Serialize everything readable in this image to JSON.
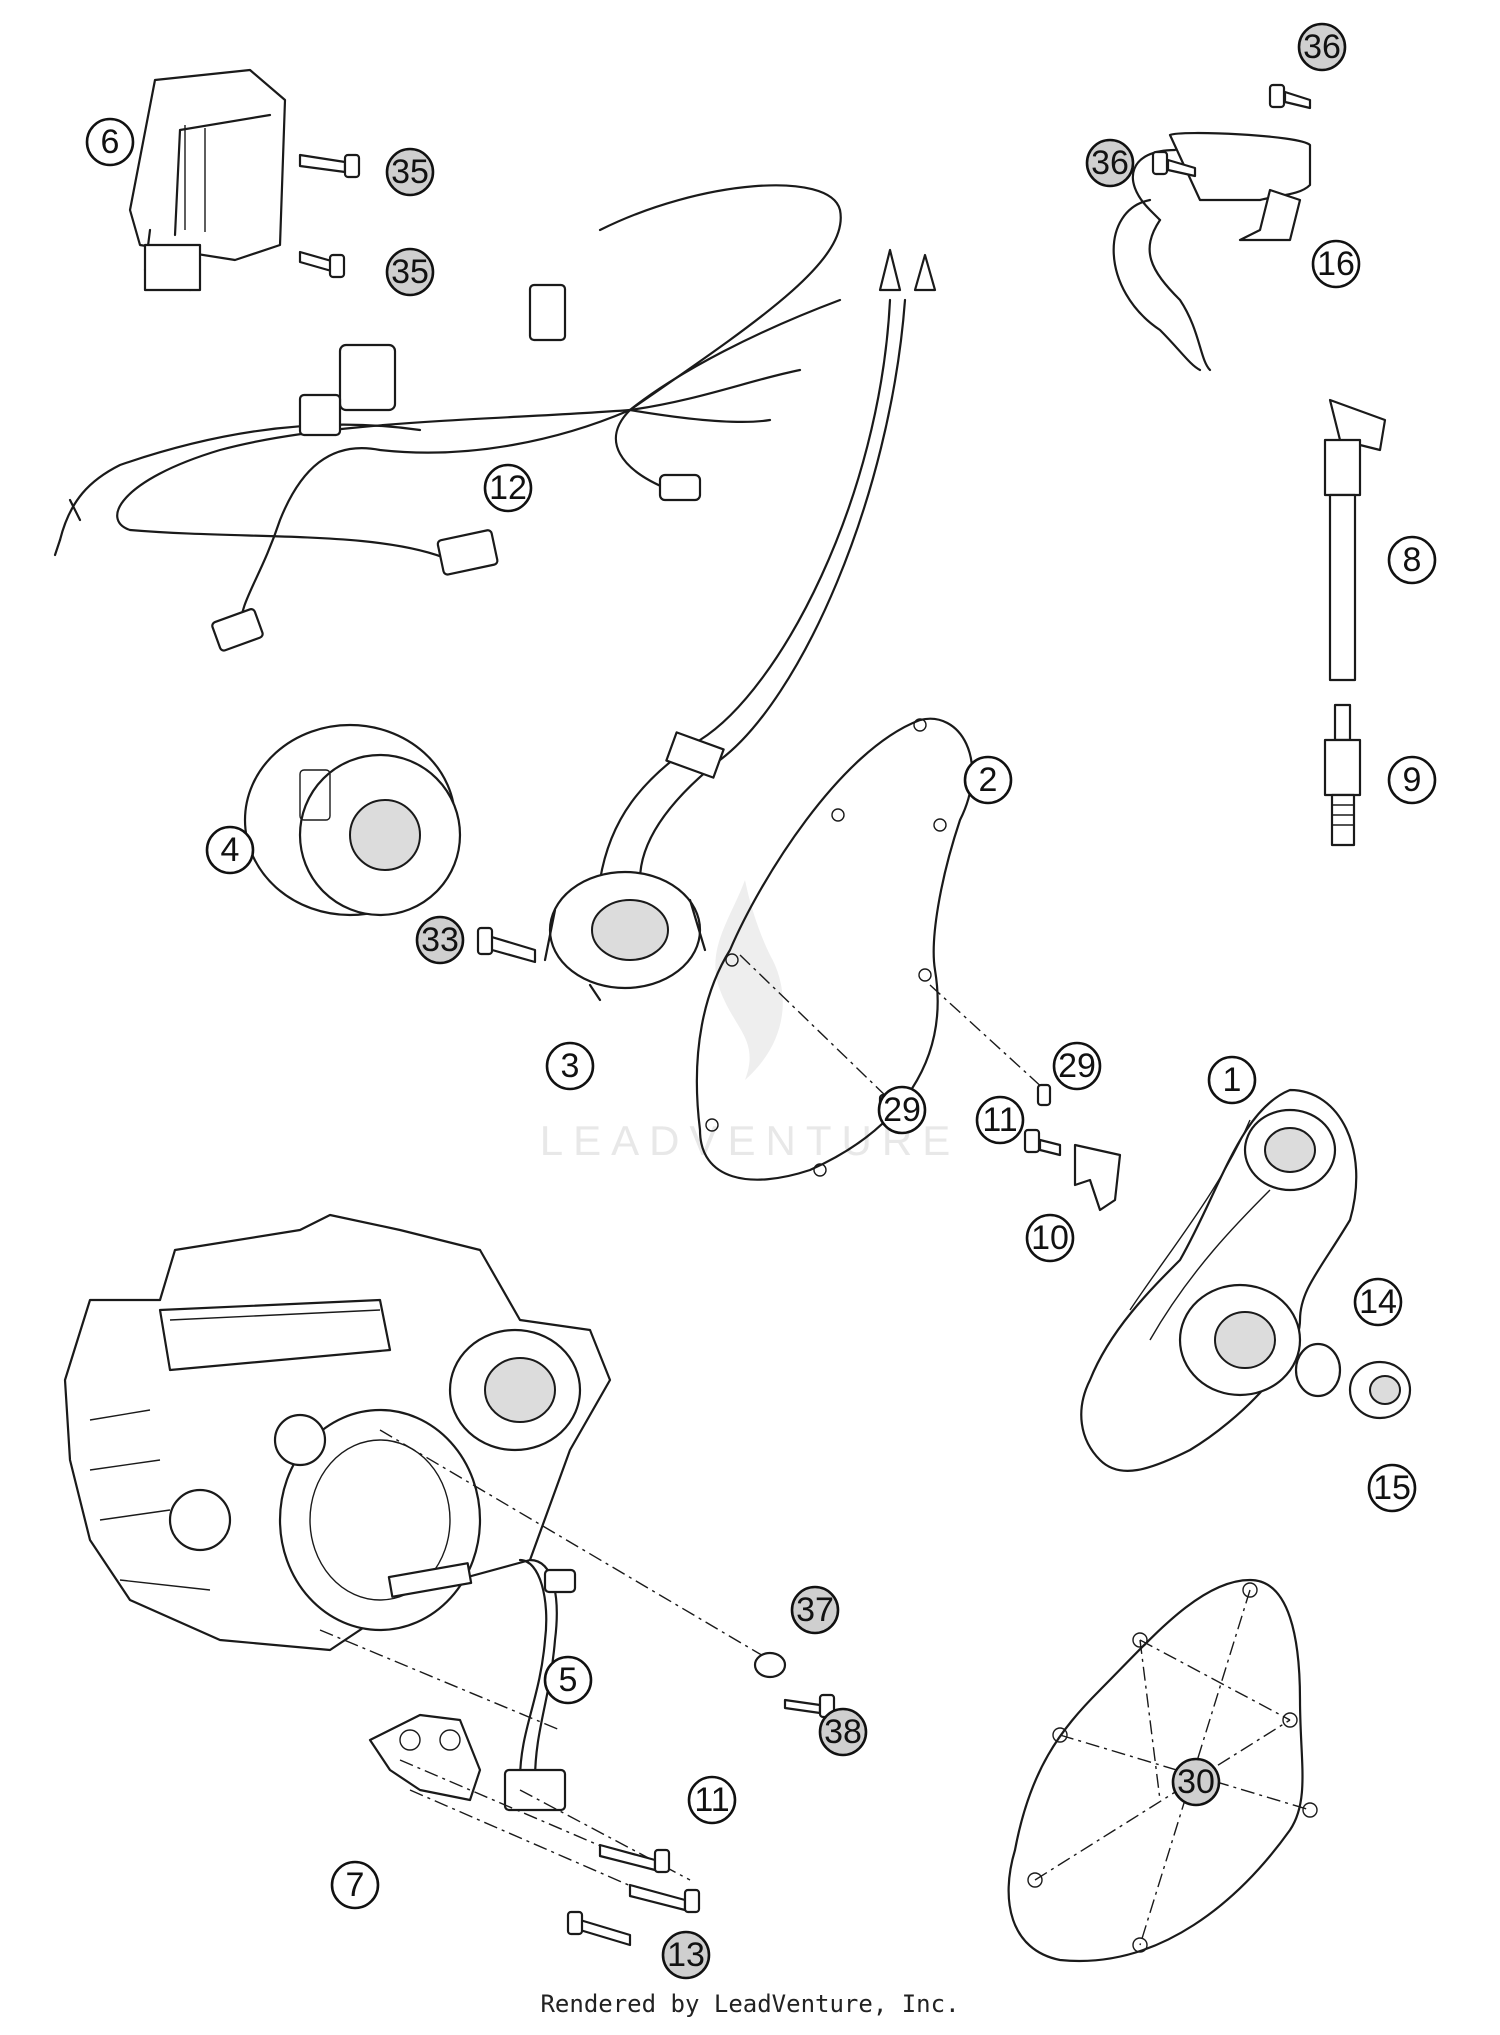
{
  "diagram": {
    "callouts": [
      {
        "id": "c1",
        "label": "1",
        "shaded": false
      },
      {
        "id": "c2",
        "label": "2",
        "shaded": false
      },
      {
        "id": "c3",
        "label": "3",
        "shaded": false
      },
      {
        "id": "c4",
        "label": "4",
        "shaded": false
      },
      {
        "id": "c5",
        "label": "5",
        "shaded": false
      },
      {
        "id": "c6",
        "label": "6",
        "shaded": false
      },
      {
        "id": "c7",
        "label": "7",
        "shaded": false
      },
      {
        "id": "c8",
        "label": "8",
        "shaded": false
      },
      {
        "id": "c9",
        "label": "9",
        "shaded": false
      },
      {
        "id": "c10",
        "label": "10",
        "shaded": false
      },
      {
        "id": "c11a",
        "label": "11",
        "shaded": false
      },
      {
        "id": "c11b",
        "label": "11",
        "shaded": false
      },
      {
        "id": "c12",
        "label": "12",
        "shaded": false
      },
      {
        "id": "c13",
        "label": "13",
        "shaded": true
      },
      {
        "id": "c14",
        "label": "14",
        "shaded": false
      },
      {
        "id": "c15",
        "label": "15",
        "shaded": false
      },
      {
        "id": "c16",
        "label": "16",
        "shaded": false
      },
      {
        "id": "c29a",
        "label": "29",
        "shaded": false
      },
      {
        "id": "c29b",
        "label": "29",
        "shaded": false
      },
      {
        "id": "c30",
        "label": "30",
        "shaded": true
      },
      {
        "id": "c33",
        "label": "33",
        "shaded": true
      },
      {
        "id": "c35a",
        "label": "35",
        "shaded": true
      },
      {
        "id": "c35b",
        "label": "35",
        "shaded": true
      },
      {
        "id": "c36a",
        "label": "36",
        "shaded": true
      },
      {
        "id": "c36b",
        "label": "36",
        "shaded": true
      },
      {
        "id": "c37",
        "label": "37",
        "shaded": true
      },
      {
        "id": "c38",
        "label": "38",
        "shaded": true
      }
    ],
    "watermark": "LEADVENTURE"
  },
  "footer": {
    "credit": "Rendered by LeadVenture, Inc."
  }
}
